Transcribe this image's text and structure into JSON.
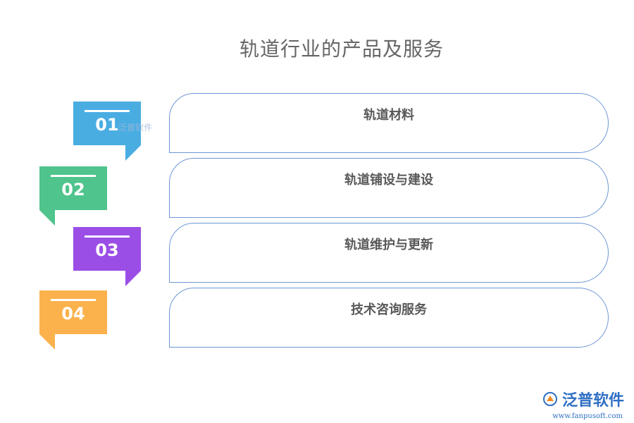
{
  "title": "轨道行业的产品及服务",
  "items": [
    {
      "number": "01",
      "label": "轨道材料",
      "color": "#4aade2"
    },
    {
      "number": "02",
      "label": "轨道铺设与建设",
      "color": "#4fc48c"
    },
    {
      "number": "03",
      "label": "轨道维护与更新",
      "color": "#9b4ee6"
    },
    {
      "number": "04",
      "label": "技术咨询服务",
      "color": "#fbb24c"
    }
  ],
  "watermark": "泛普软件",
  "logo": {
    "text": "泛普软件",
    "url": "www.fanpusoft.com",
    "icon": "fanpu-logo-icon"
  }
}
